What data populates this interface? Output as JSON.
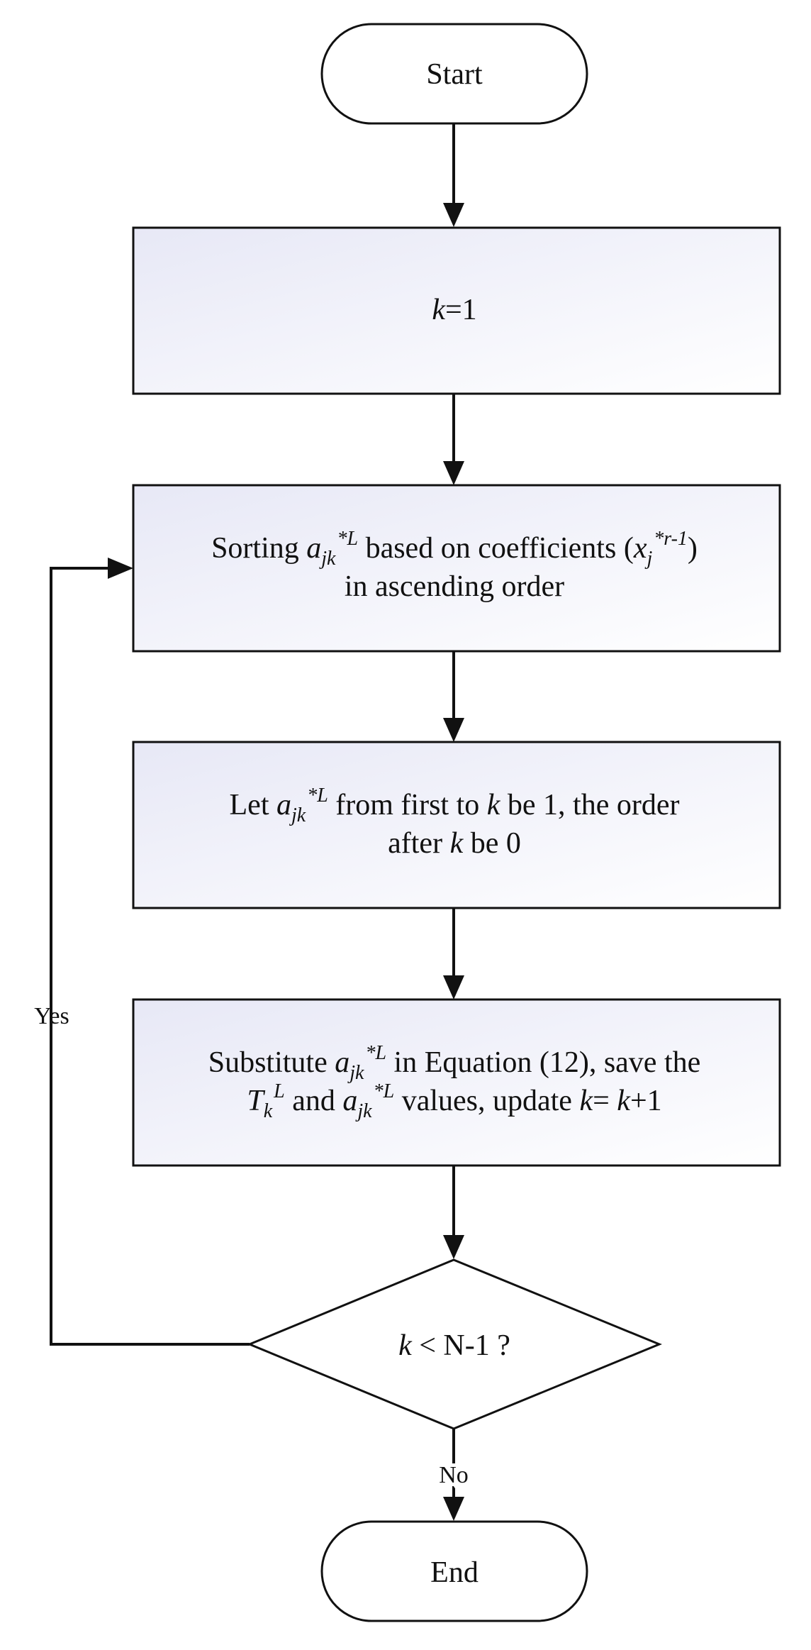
{
  "diagram": {
    "type": "flowchart",
    "nodes": {
      "start": {
        "shape": "terminator",
        "text": "Start"
      },
      "init": {
        "shape": "process",
        "line1": {
          "var": "k",
          "rest": "=1"
        }
      },
      "sort": {
        "shape": "process",
        "line1": {
          "t1": "Sorting ",
          "a": "a",
          "sub": "jk",
          "sup": "*L",
          "t2": " based on coefficients (",
          "x": "x",
          "xsub": "j",
          "xsup": "*r-1",
          "t3": ")"
        },
        "line2": "in ascending order"
      },
      "let": {
        "shape": "process",
        "line1": {
          "t1": "Let ",
          "a": "a",
          "sub": "jk",
          "sup": "*L",
          "t2": " from first to ",
          "k": "k",
          "t3": " be 1, the order"
        },
        "line2": {
          "t1": "after ",
          "k": "k",
          "t2": " be 0"
        }
      },
      "subst": {
        "shape": "process",
        "line1": {
          "t1": "Substitute ",
          "a": "a",
          "sub": "jk",
          "sup": "*L",
          "t2": " in Equation (12), save the"
        },
        "line2": {
          "T": "T",
          "Tsub": "k",
          "Tsup": "L",
          "t1": " and ",
          "a": "a",
          "sub": "jk",
          "sup": "*L",
          "t2": " values, update ",
          "k": "k",
          "t3": "= ",
          "k2": "k",
          "t4": "+1"
        }
      },
      "decision": {
        "shape": "diamond",
        "k": "k",
        "rest": " < N-1 ?"
      },
      "end": {
        "shape": "terminator",
        "text": "End"
      }
    },
    "edges": {
      "yes_label": "Yes",
      "no_label": "No"
    },
    "colors": {
      "stroke": "#111111",
      "box_fill_start": "#e7e8f6",
      "box_fill_end": "#ffffff"
    }
  }
}
